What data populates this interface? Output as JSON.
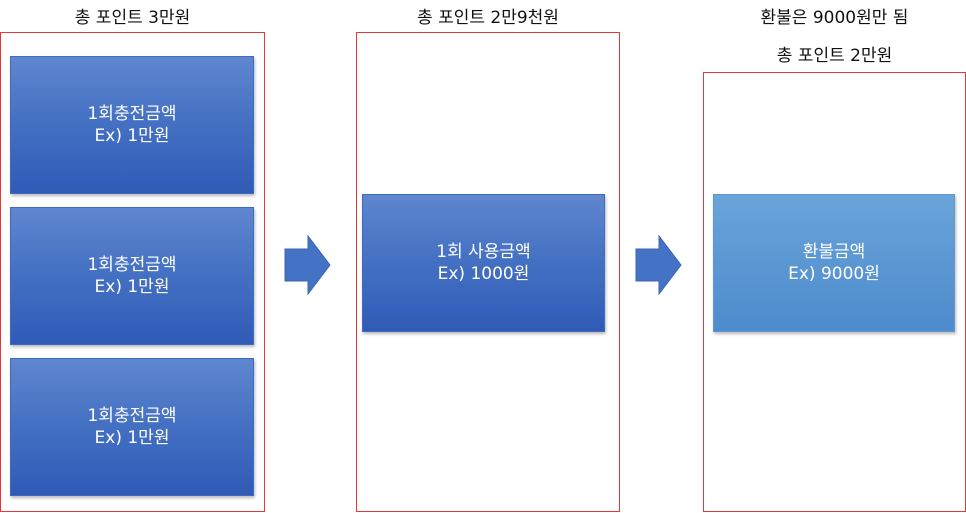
{
  "columns": [
    {
      "title": "총 포인트 3만원",
      "boxes": [
        {
          "line1": "1회충전금액",
          "line2": "Ex) 1만원"
        },
        {
          "line1": "1회충전금액",
          "line2": "Ex) 1만원"
        },
        {
          "line1": "1회충전금액",
          "line2": "Ex) 1만원"
        }
      ]
    },
    {
      "title": "총 포인트 2만9천원",
      "boxes": [
        {
          "line1": "1회 사용금액",
          "line2": "Ex) 1000원"
        }
      ]
    },
    {
      "note": "환불은 9000원만 됨",
      "title": "총 포인트 2만원",
      "boxes": [
        {
          "line1": "환불금액",
          "line2": "Ex) 9000원"
        }
      ]
    }
  ],
  "colors": {
    "panel_border": "#e2383a",
    "box_blue": "#4472c4",
    "box_light_blue": "#5b9bd5",
    "arrow": "#4472c4"
  },
  "icons": {
    "arrow": "right-arrow-icon"
  }
}
